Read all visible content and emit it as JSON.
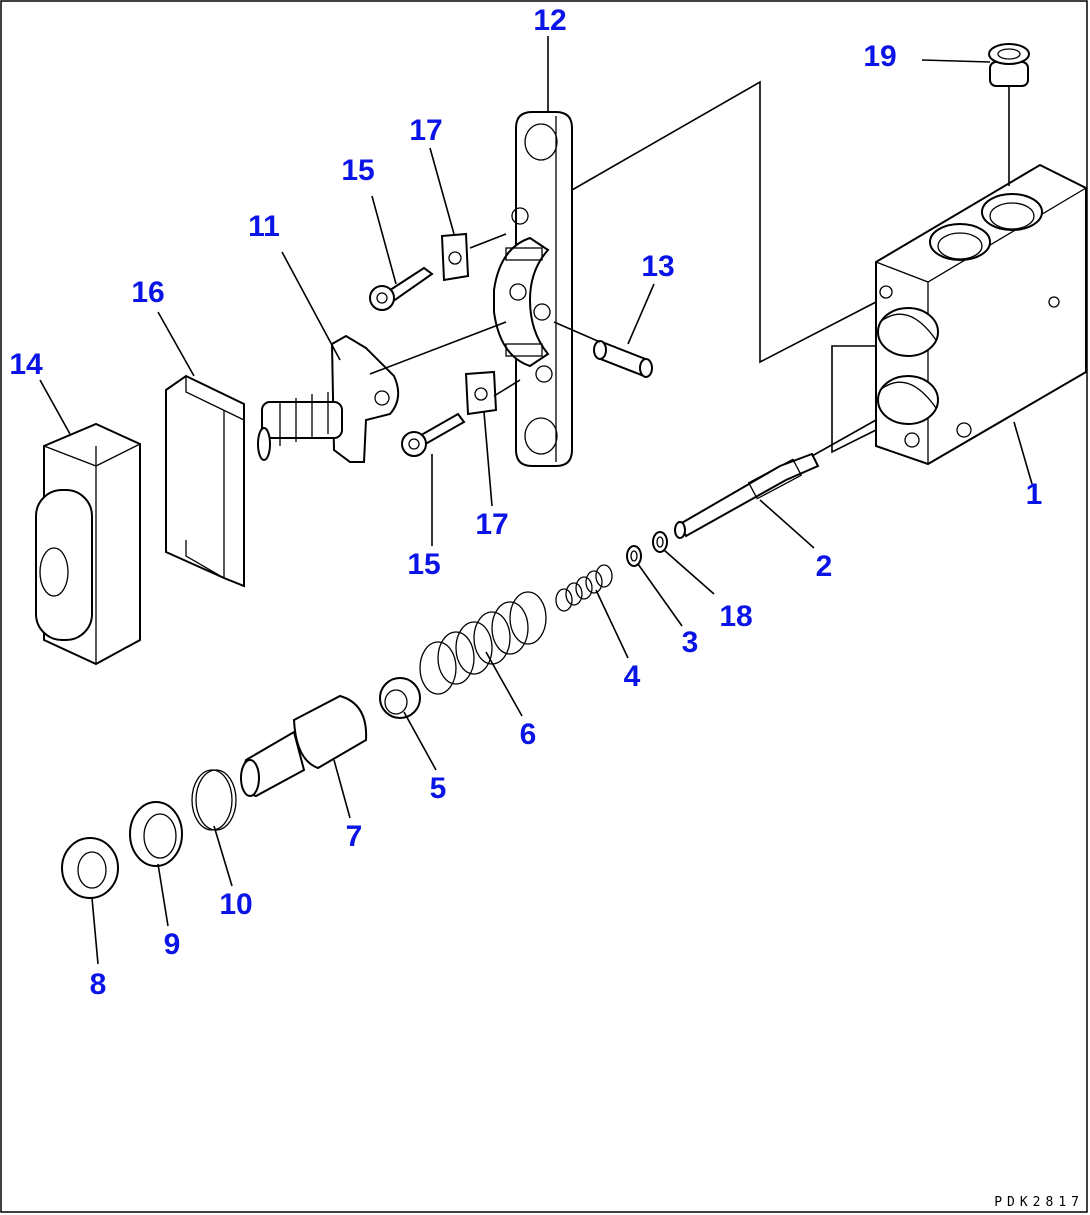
{
  "diagram": {
    "drawing_code": "PDK2817",
    "callouts": [
      {
        "id": "c1",
        "label": "1"
      },
      {
        "id": "c2",
        "label": "2"
      },
      {
        "id": "c3",
        "label": "3"
      },
      {
        "id": "c4",
        "label": "4"
      },
      {
        "id": "c5",
        "label": "5"
      },
      {
        "id": "c6",
        "label": "6"
      },
      {
        "id": "c7",
        "label": "7"
      },
      {
        "id": "c8",
        "label": "8"
      },
      {
        "id": "c9",
        "label": "9"
      },
      {
        "id": "c10",
        "label": "10"
      },
      {
        "id": "c11",
        "label": "11"
      },
      {
        "id": "c12",
        "label": "12"
      },
      {
        "id": "c13",
        "label": "13"
      },
      {
        "id": "c14",
        "label": "14"
      },
      {
        "id": "c15a",
        "label": "15"
      },
      {
        "id": "c15b",
        "label": "15"
      },
      {
        "id": "c16",
        "label": "16"
      },
      {
        "id": "c17a",
        "label": "17"
      },
      {
        "id": "c17b",
        "label": "17"
      },
      {
        "id": "c18",
        "label": "18"
      },
      {
        "id": "c19",
        "label": "19"
      }
    ]
  }
}
